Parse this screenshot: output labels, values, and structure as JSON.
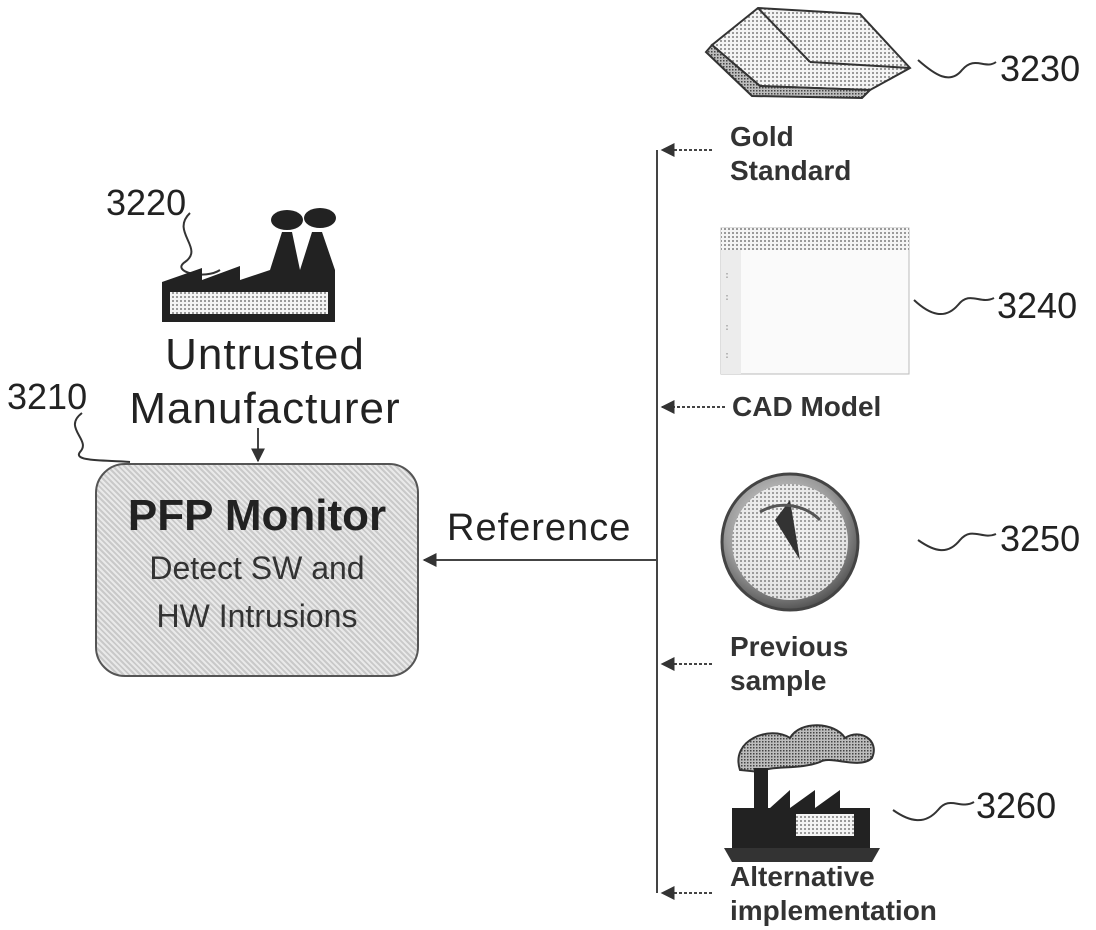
{
  "monitor": {
    "title": "PFP Monitor",
    "subtitle_line1": "Detect SW and",
    "subtitle_line2": "HW Intrusions",
    "ref_number": "3210"
  },
  "manufacturer": {
    "line1": "Untrusted",
    "line2": "Manufacturer",
    "ref_number": "3220",
    "icon": "factory-icon"
  },
  "reference_label": "Reference",
  "sources": [
    {
      "line1": "Gold",
      "line2": "Standard",
      "ref_number": "3230",
      "icon": "gold-bars-icon"
    },
    {
      "line1": "CAD Model",
      "line2": "",
      "ref_number": "3240",
      "icon": "cad-window-icon"
    },
    {
      "line1": "Previous",
      "line2": "sample",
      "ref_number": "3250",
      "icon": "globe-sample-icon"
    },
    {
      "line1": "Alternative",
      "line2": "implementation",
      "ref_number": "3260",
      "icon": "smoking-factory-icon"
    }
  ]
}
